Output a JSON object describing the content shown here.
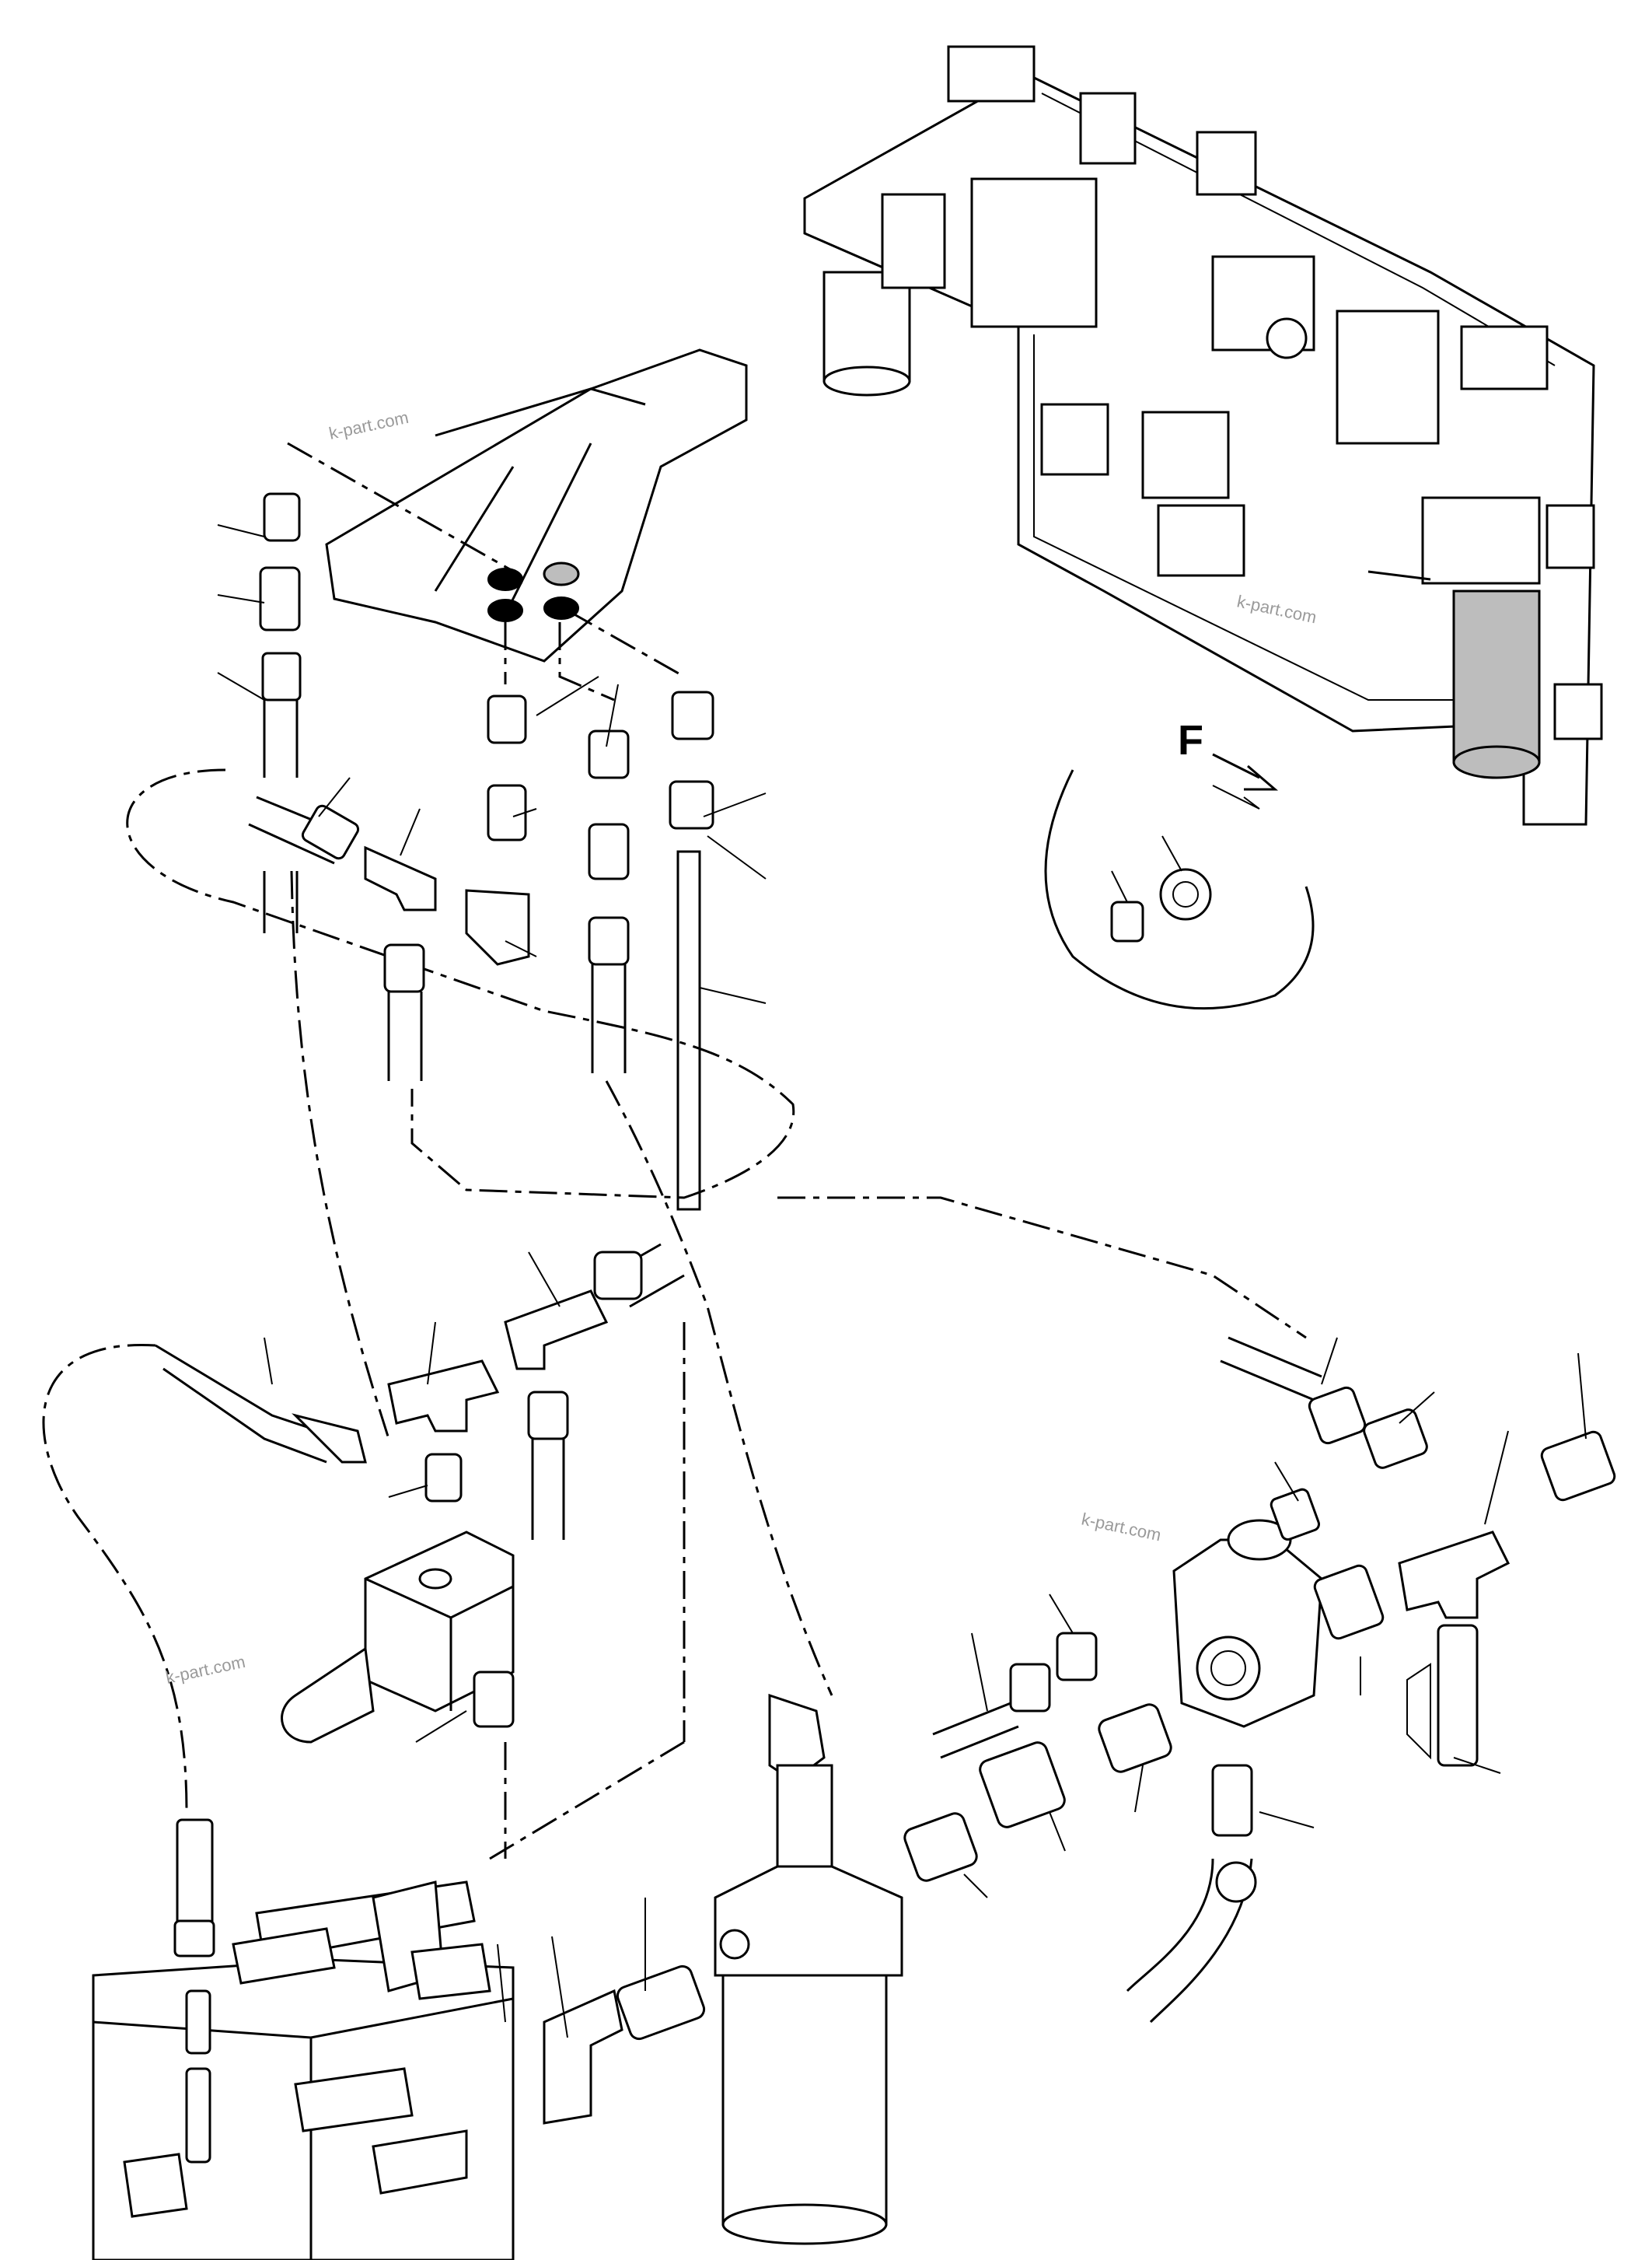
{
  "view_label": "F",
  "watermarks": [
    "k-part.com",
    "k-part.com",
    "k-part.com",
    "k-part.com"
  ]
}
